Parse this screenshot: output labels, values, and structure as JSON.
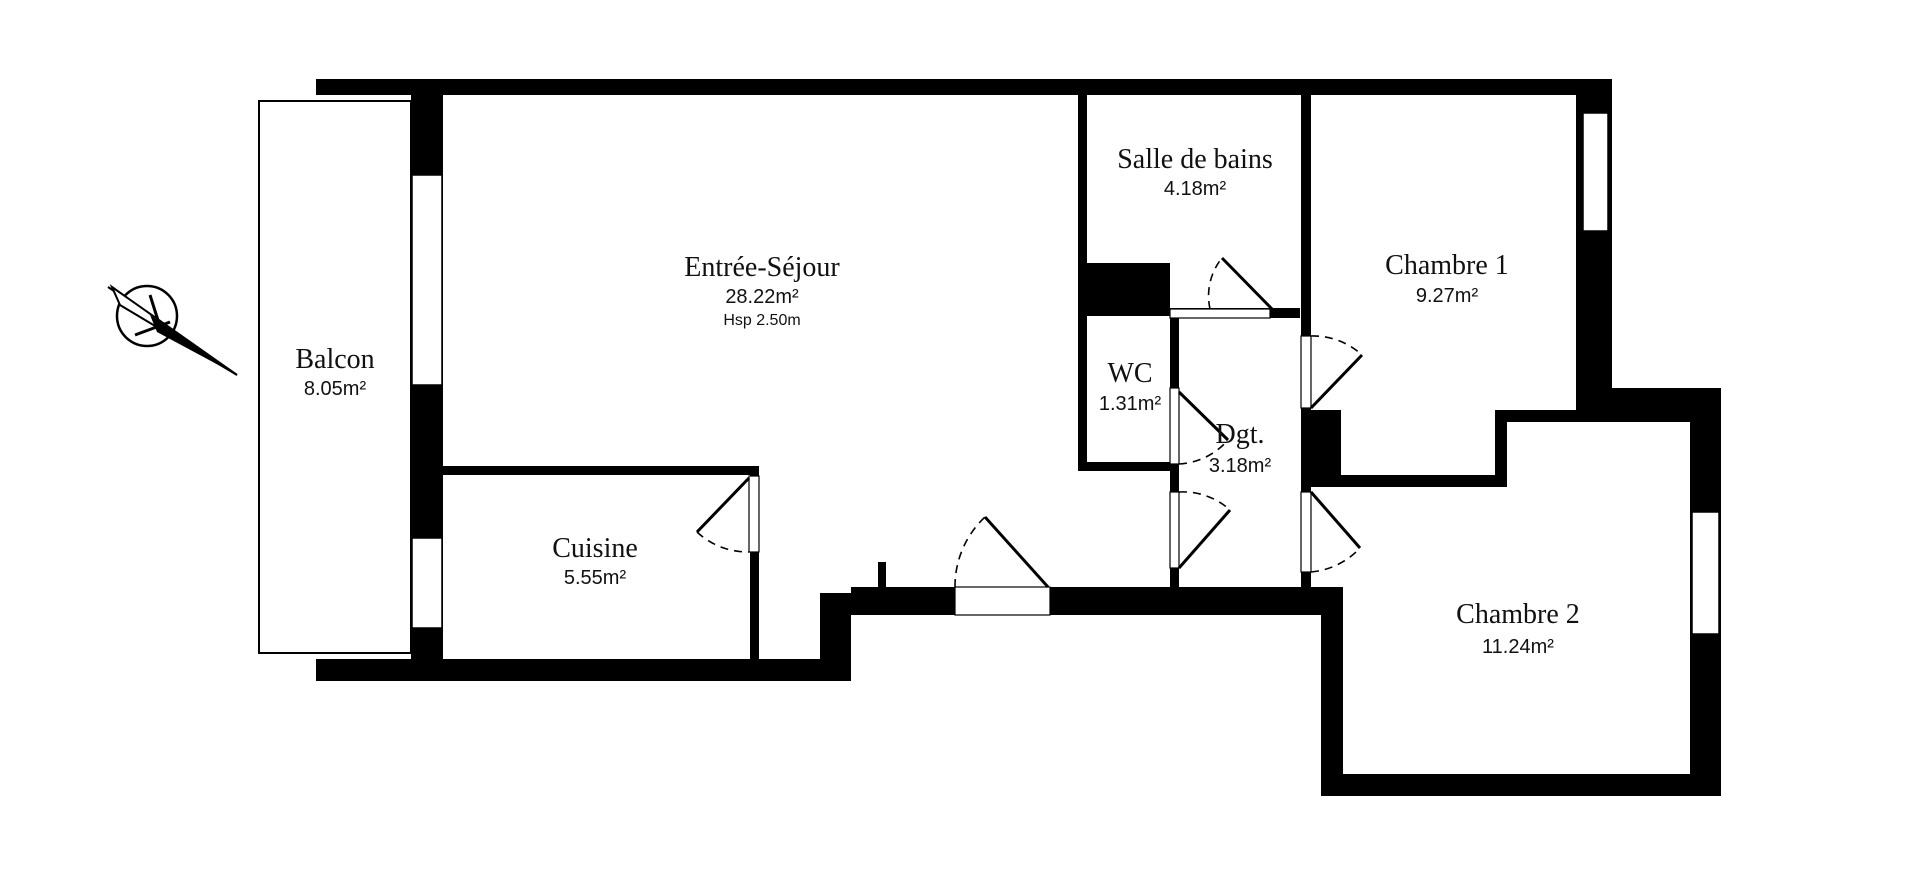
{
  "rooms": {
    "balcon": {
      "name": "Balcon",
      "area": "8.05m²"
    },
    "sejour": {
      "name": "Entrée-Séjour",
      "area": "28.22m²",
      "height": "Hsp 2.50m"
    },
    "cuisine": {
      "name": "Cuisine",
      "area": "5.55m²"
    },
    "salle_de_bains": {
      "name": "Salle de bains",
      "area": "4.18m²"
    },
    "wc": {
      "name": "WC",
      "area": "1.31m²"
    },
    "degagement": {
      "name": "Dgt.",
      "area": "3.18m²"
    },
    "chambre1": {
      "name": "Chambre 1",
      "area": "9.27m²"
    },
    "chambre2": {
      "name": "Chambre 2",
      "area": "11.24m²"
    }
  },
  "icons": {
    "compass": "north-arrow-icon"
  },
  "colors": {
    "wall": "#000000",
    "background": "#ffffff"
  }
}
